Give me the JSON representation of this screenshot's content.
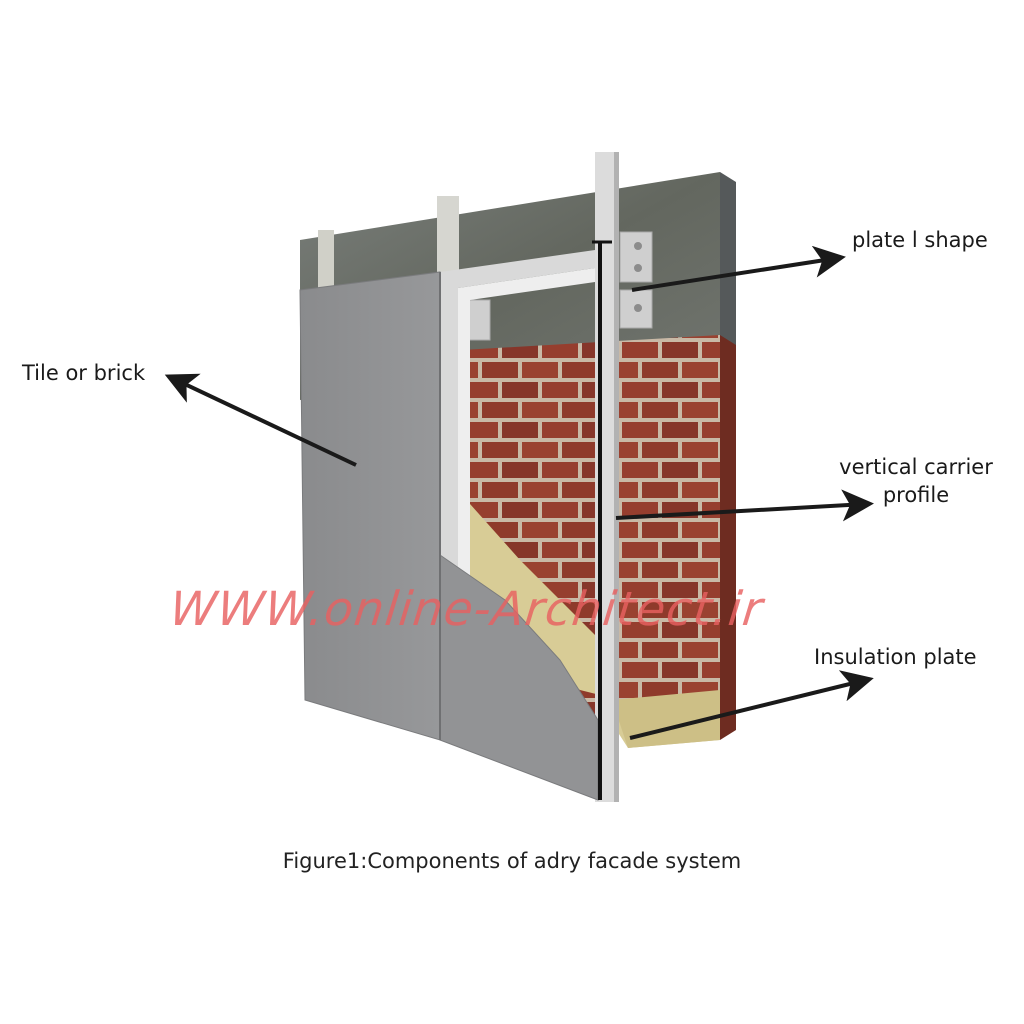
{
  "labels": {
    "plate_l_shape": "plate l shape",
    "tile_or_brick": "Tile or brick",
    "vertical_carrier_line1": "vertical carrier",
    "vertical_carrier_line2": "profile",
    "insulation_plate": "Insulation plate"
  },
  "caption": "Figure1:Components of adry facade system",
  "watermark": "WWW.online-Architect.ir",
  "colors": {
    "concrete": "#6f7470",
    "brick": "#8f3a2b",
    "mortar": "#c9b9a6",
    "insulation": "#d8cc96",
    "cladding": "#8e8f91",
    "profile": "#d9d9d9",
    "arrow": "#1a1a1a",
    "watermark": "#e86060"
  }
}
